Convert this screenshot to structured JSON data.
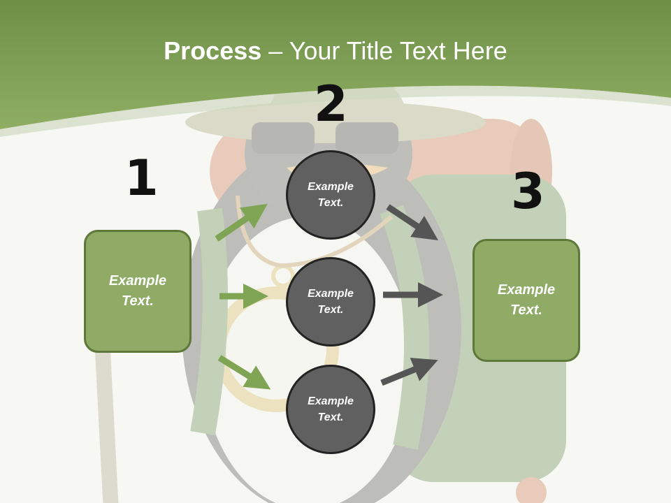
{
  "slide": {
    "title_bold": "Process",
    "title_rest": " – Your Title Text Here"
  },
  "steps": {
    "step1_number": "1",
    "step2_number": "2",
    "step3_number": "3"
  },
  "boxes": {
    "left_text": "Example\nText.",
    "right_text": "Example\nText."
  },
  "circles": [
    {
      "text": "Example\nText."
    },
    {
      "text": "Example\nText."
    },
    {
      "text": "Example\nText."
    }
  ],
  "colors": {
    "header_green": "#7a9c4f",
    "box_green": "#8fab65",
    "circle_gray": "#606060",
    "arrow_green": "#7fa454",
    "arrow_gray": "#555555"
  },
  "icons": {
    "background": "hiker-penguin-illustration"
  }
}
